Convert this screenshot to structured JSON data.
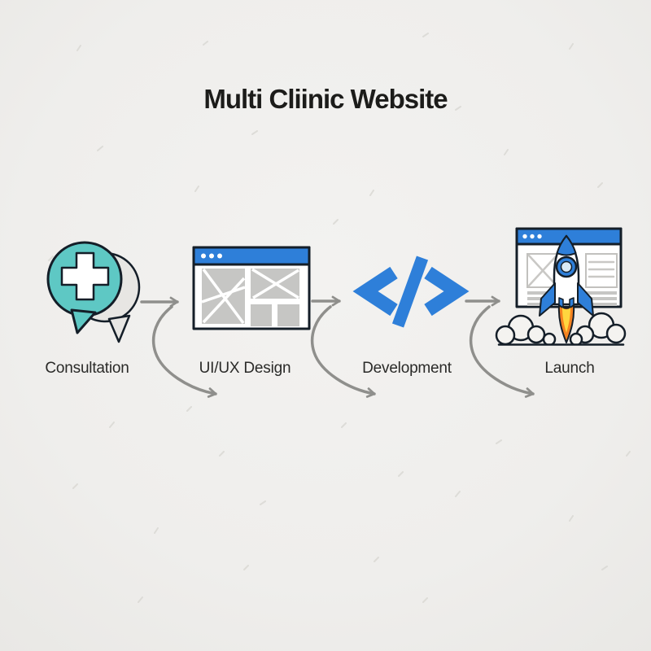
{
  "title": "Multi Cliinic Website",
  "steps": [
    {
      "label": "Consultation",
      "icon": "medical-chat-bubble-icon"
    },
    {
      "label": "UI/UX Design",
      "icon": "browser-wireframe-icon"
    },
    {
      "label": "Development",
      "icon": "code-brackets-icon"
    },
    {
      "label": "Launch",
      "icon": "rocket-launch-browser-icon"
    }
  ],
  "colors": {
    "background": "#efeeec",
    "text": "#1c1c1a",
    "teal": "#5ec8c4",
    "blue": "#2e7fd9",
    "outline": "#141e28",
    "block_gray": "#c6c6c4",
    "arrow_gray": "#8f8f8c",
    "flame_orange": "#f58220",
    "flame_yellow": "#ffd63f",
    "cloud": "#f4f3f0"
  }
}
